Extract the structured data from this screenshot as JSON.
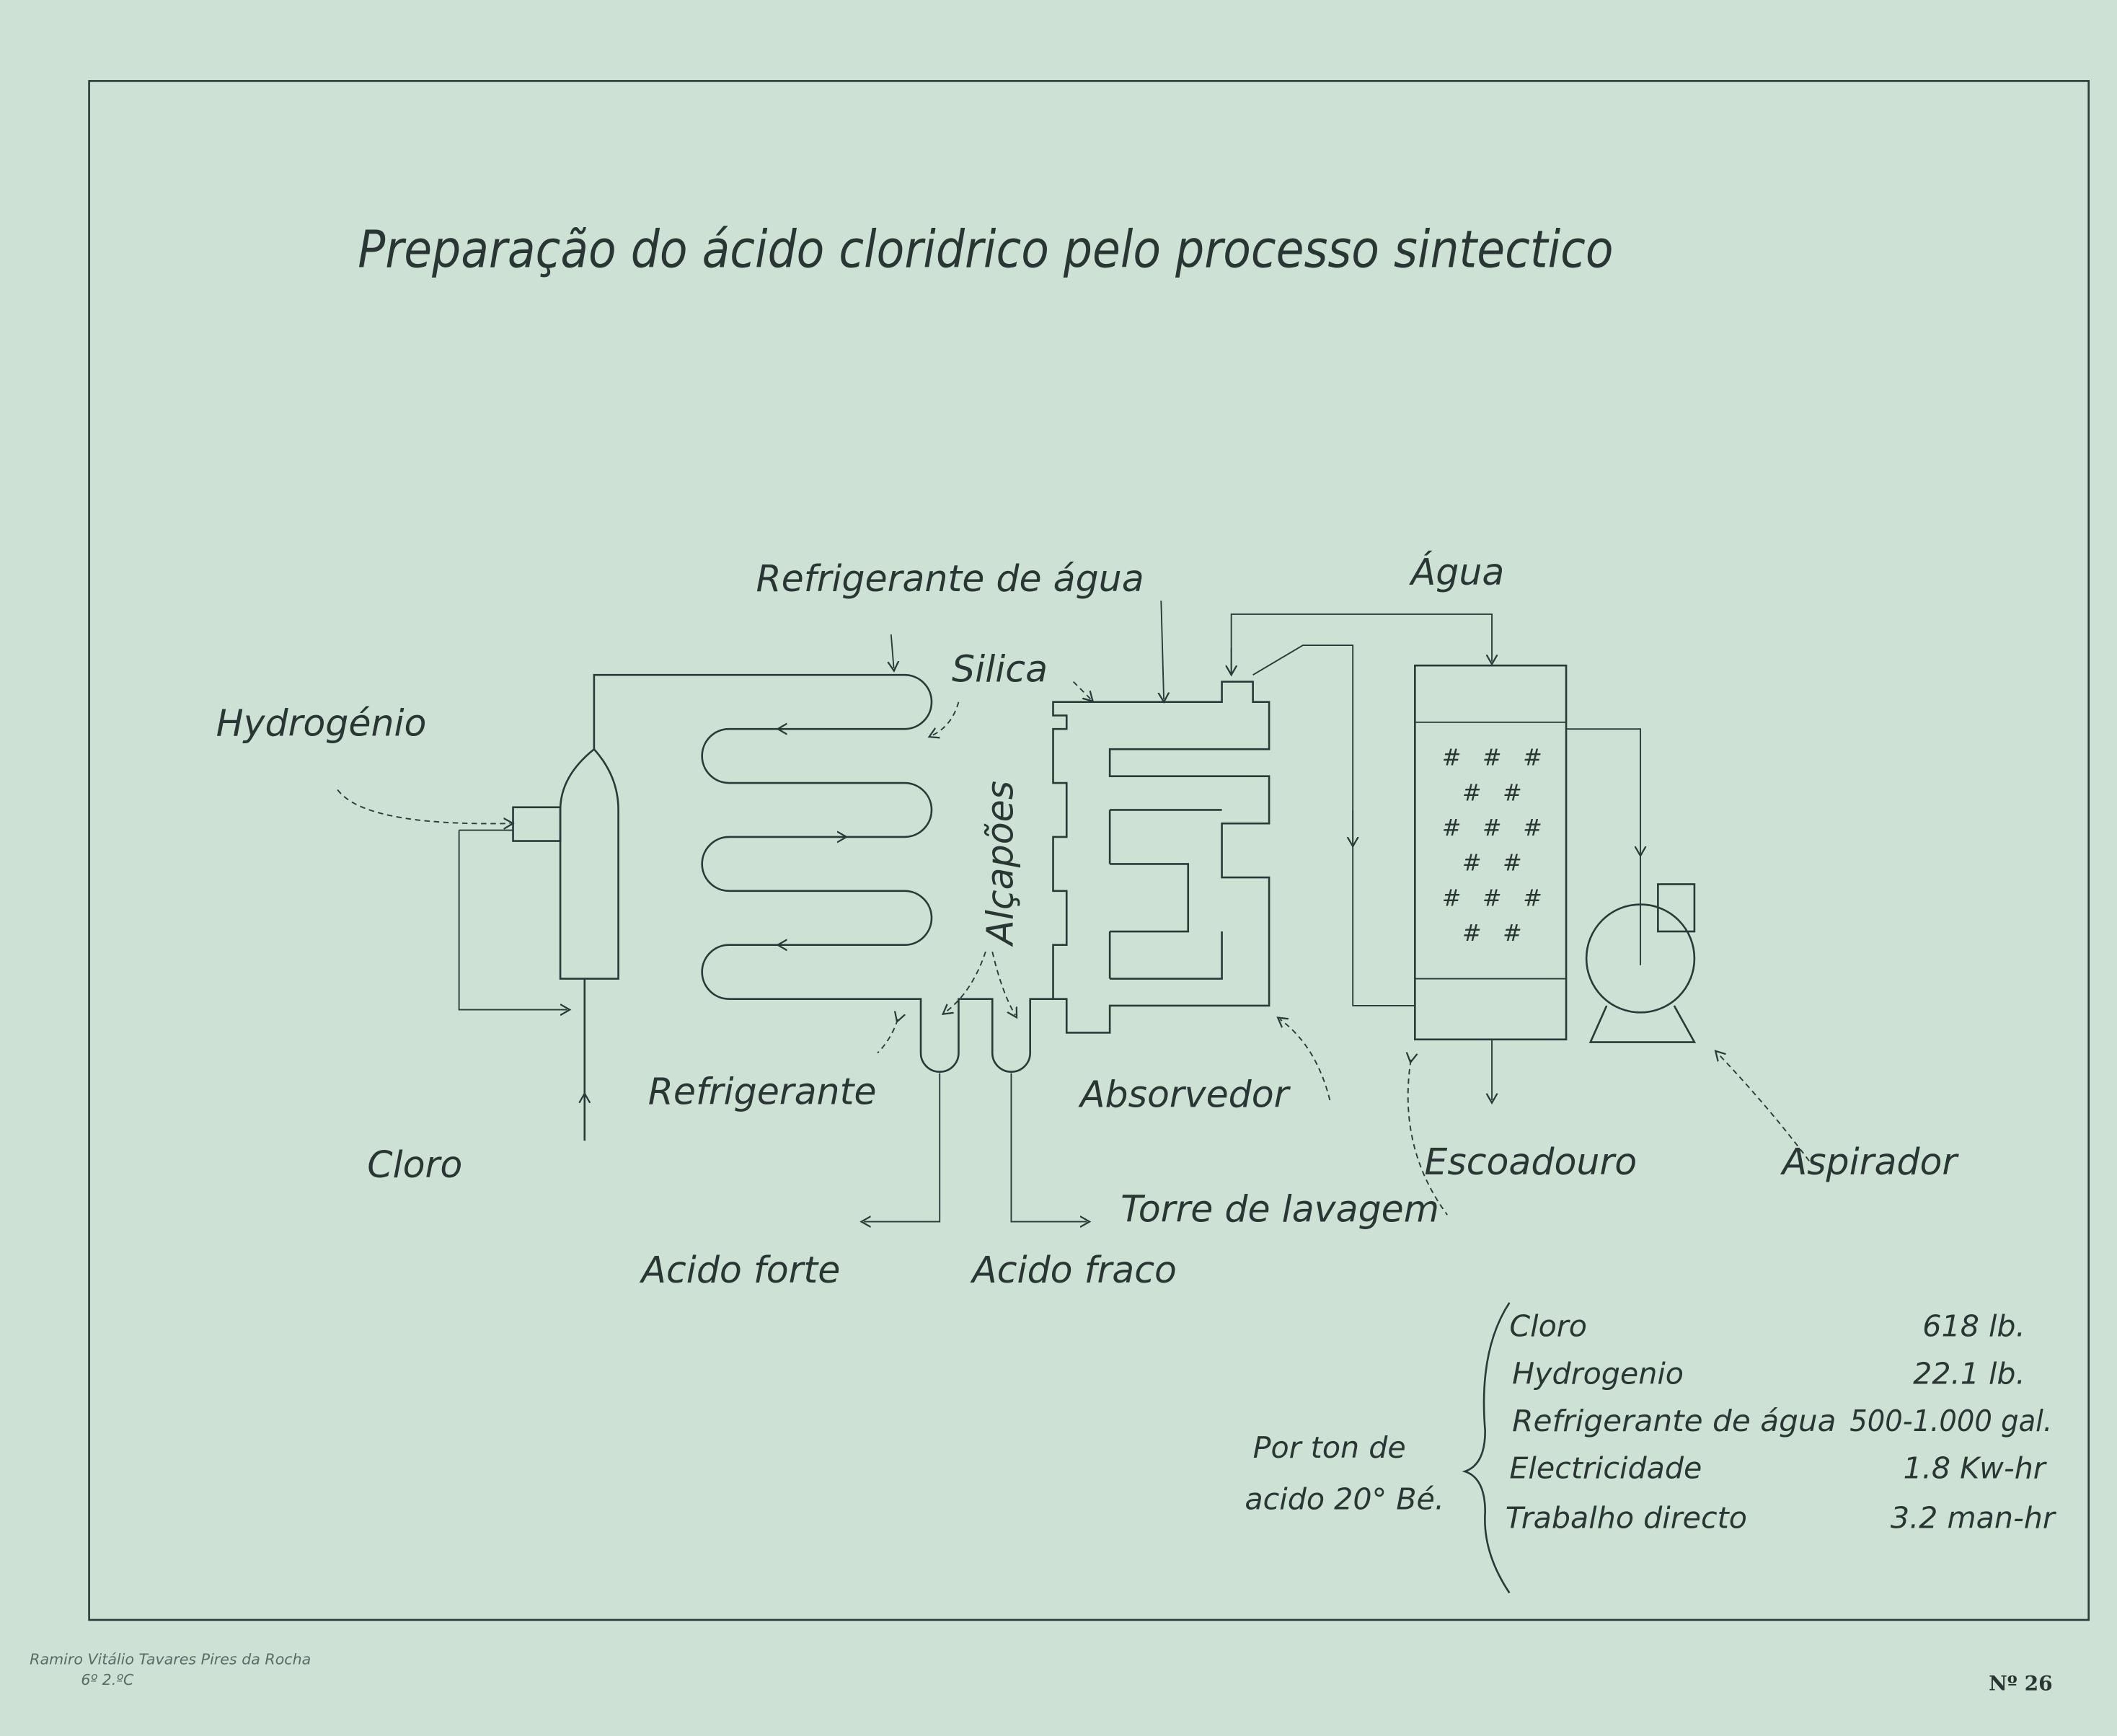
{
  "title": "Preparação do ácido cloridrico pelo processo sintectico",
  "labels": {
    "hydrogenio": "Hydrogénio",
    "cloro": "Cloro",
    "refrigerante_agua": "Refrigerante de água",
    "silica": "Silica",
    "alcapoes": "Alçapões",
    "refrigerante": "Refrigerante",
    "absorvedor": "Absorvedor",
    "agua": "Água",
    "escoadouro": "Escoadouro",
    "aspirador": "Aspirador",
    "torre": "Torre de lavagem",
    "acido_forte": "Acido forte",
    "acido_fraco": "Acido fraco",
    "tower_marks": "#"
  },
  "requirements": {
    "heading_line1": "Por ton de",
    "heading_line2": "acido 20° Bé.",
    "rows": [
      {
        "item": "Cloro",
        "value": "618 lb."
      },
      {
        "item": "Hydrogenio",
        "value": "22.1 lb."
      },
      {
        "item": "Refrigerante de água",
        "value": "500-1.000 gal."
      },
      {
        "item": "Electricidade",
        "value": "1.8 Kw-hr"
      },
      {
        "item": "Trabalho directo",
        "value": "3.2 man-hr"
      }
    ]
  },
  "signature": {
    "line1": "Ramiro Vitálio Tavares Pires da Rocha",
    "line2": "6º 2.ºC"
  },
  "sheet_number": "Nº 26"
}
